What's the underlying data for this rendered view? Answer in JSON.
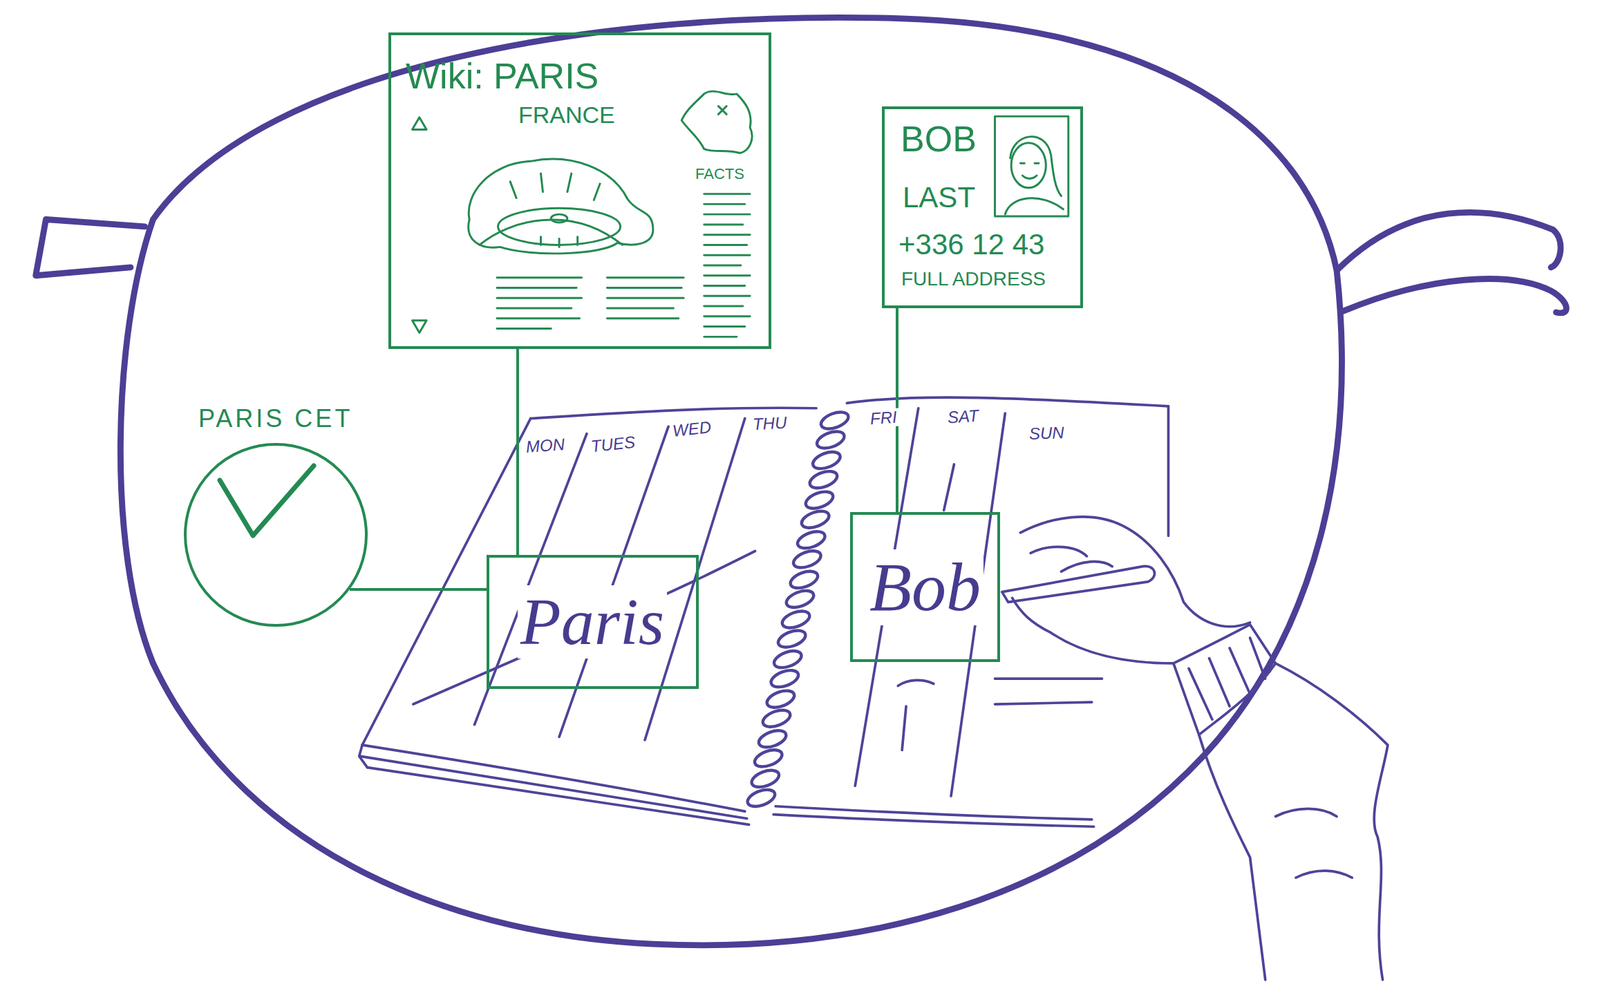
{
  "diagram": {
    "nodes": [
      {
        "text": [
          "Wiki: PARIS",
          "FRANCE",
          "FACTS"
        ]
      },
      {
        "text": [
          "BOB",
          "LAST",
          "+336 12 43",
          "FULL ADDRESS"
        ]
      },
      {
        "text": [
          "PARIS CET"
        ]
      },
      {
        "text": [
          "Paris"
        ]
      },
      {
        "text": [
          "Bob"
        ]
      }
    ],
    "edges": [
      {
        "from": 0,
        "to": 3,
        "arrow": "none"
      },
      {
        "from": 1,
        "to": 4,
        "arrow": "none"
      },
      {
        "from": 2,
        "to": 3,
        "arrow": "none"
      }
    ],
    "labels": [
      "MON",
      "TUES",
      "WED",
      "THU",
      "FRI",
      "SAT",
      "SUN"
    ]
  }
}
